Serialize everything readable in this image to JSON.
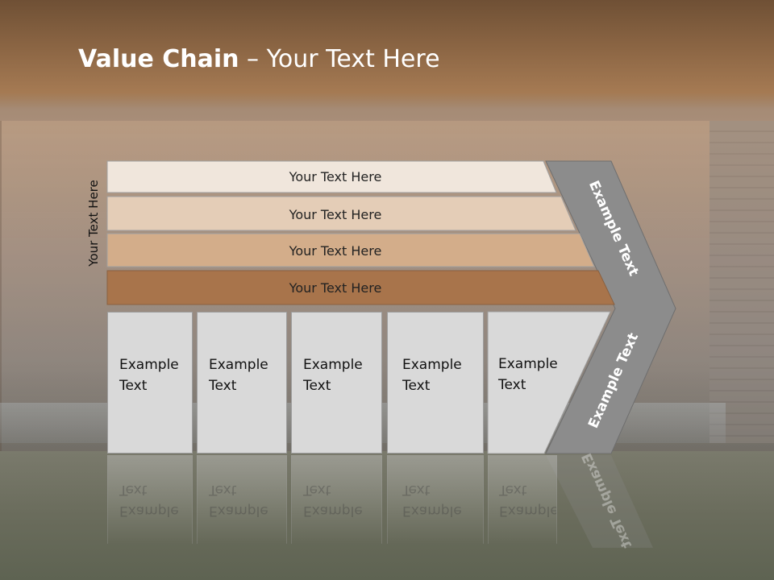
{
  "slide": {
    "title_bold": "Value Chain",
    "title_rest": " – Your Text Here",
    "side_label": "Your Text Here"
  },
  "bars": [
    {
      "label": "Your Text Here",
      "fill": "#f0e6dc"
    },
    {
      "label": "Your Text Here",
      "fill": "#e4cdb7"
    },
    {
      "label": "Your Text Here",
      "fill": "#d3ad8a"
    },
    {
      "label": "Your Text Here",
      "fill": "#a8744b"
    }
  ],
  "boxes": [
    {
      "line1": "Example",
      "line2": "Text"
    },
    {
      "line1": "Example",
      "line2": "Text"
    },
    {
      "line1": "Example",
      "line2": "Text"
    },
    {
      "line1": "Example",
      "line2": "Text"
    },
    {
      "line1": "Example",
      "line2": "Text"
    }
  ],
  "chevron": {
    "upper_label": "Example Text",
    "lower_label": "Example Text",
    "fill": "#8c8c8c"
  },
  "colors": {
    "header": "#8c6644",
    "box_fill": "#d9d9d9",
    "title_text": "#ffffff"
  }
}
